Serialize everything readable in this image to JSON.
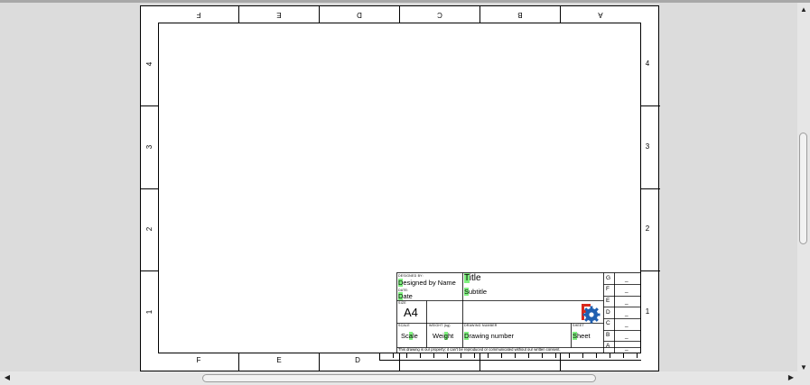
{
  "drawing": {
    "top_zones": [
      "F",
      "E",
      "D",
      "C",
      "B",
      "A"
    ],
    "bottom_zones": [
      "F",
      "E",
      "D"
    ],
    "left_zones": [
      "4",
      "3",
      "2",
      "1"
    ],
    "right_zones": [
      "4",
      "3",
      "2",
      "1"
    ]
  },
  "title_block": {
    "designed_by_caption": "DESIGNED BY:",
    "designed_by_first": "D",
    "designed_by_rest": "esigned by Name",
    "date_caption": "DATE:",
    "date_first": "D",
    "date_rest": "ate",
    "size_caption": "SIZE",
    "size_value": "A4",
    "title_first": "T",
    "title_rest": "itle",
    "subtitle_first": "S",
    "subtitle_rest": "ubtitle",
    "scale_caption": "SCALE",
    "scale_a": "Sc",
    "scale_hl": "a",
    "scale_b": "le",
    "weight_caption": "WEIGHT (kg)",
    "weight_a": "Wei",
    "weight_hl": "g",
    "weight_b": "ht",
    "drawing_number_caption": "DRAWING NUMBER",
    "drawing_number_first": "D",
    "drawing_number_rest": "rawing number",
    "sheet_caption": "SHEET",
    "sheet_first": "S",
    "sheet_rest": "heet",
    "disclaimer": "This drawing is our property; it can't be reproduced or communicated without our written consent.",
    "revisions": [
      {
        "letter": "G",
        "value": "_"
      },
      {
        "letter": "F",
        "value": "_"
      },
      {
        "letter": "E",
        "value": "_"
      },
      {
        "letter": "D",
        "value": "_"
      },
      {
        "letter": "C",
        "value": "_"
      },
      {
        "letter": "B",
        "value": "_"
      },
      {
        "letter": "A",
        "value": "_"
      }
    ],
    "logo_icon": "freecad-gear-logo-icon"
  },
  "colors": {
    "highlight": "#7ef07e",
    "logo_red": "#d8291c",
    "logo_blue": "#1f5fb0"
  }
}
